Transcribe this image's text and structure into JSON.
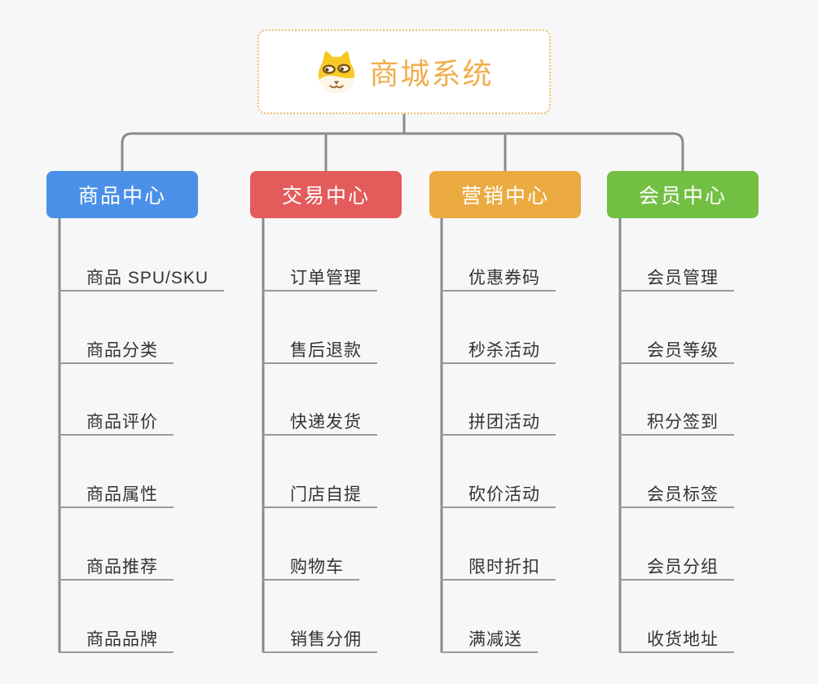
{
  "root": {
    "title": "商城系统"
  },
  "branches": [
    {
      "label": "商品中心",
      "color": "#4b90e8",
      "items": [
        "商品 SPU/SKU",
        "商品分类",
        "商品评价",
        "商品属性",
        "商品推荐",
        "商品品牌"
      ]
    },
    {
      "label": "交易中心",
      "color": "#e45b5b",
      "items": [
        "订单管理",
        "售后退款",
        "快递发货",
        "门店自提",
        "购物车",
        "销售分佣"
      ]
    },
    {
      "label": "营销中心",
      "color": "#ebab41",
      "items": [
        "优惠券码",
        "秒杀活动",
        "拼团活动",
        "砍价活动",
        "限时折扣",
        "满减送"
      ]
    },
    {
      "label": "会员中心",
      "color": "#72bf43",
      "items": [
        "会员管理",
        "会员等级",
        "积分签到",
        "会员标签",
        "会员分组",
        "收货地址"
      ]
    }
  ],
  "colors": {
    "background": "#f7f7f7",
    "connector": "#8b8b8b",
    "underline": "#9a9a9a",
    "item_text": "#333333",
    "branch_text": "#ffffff",
    "root_border": "#efc06b",
    "root_title": "#f1ae4e"
  }
}
